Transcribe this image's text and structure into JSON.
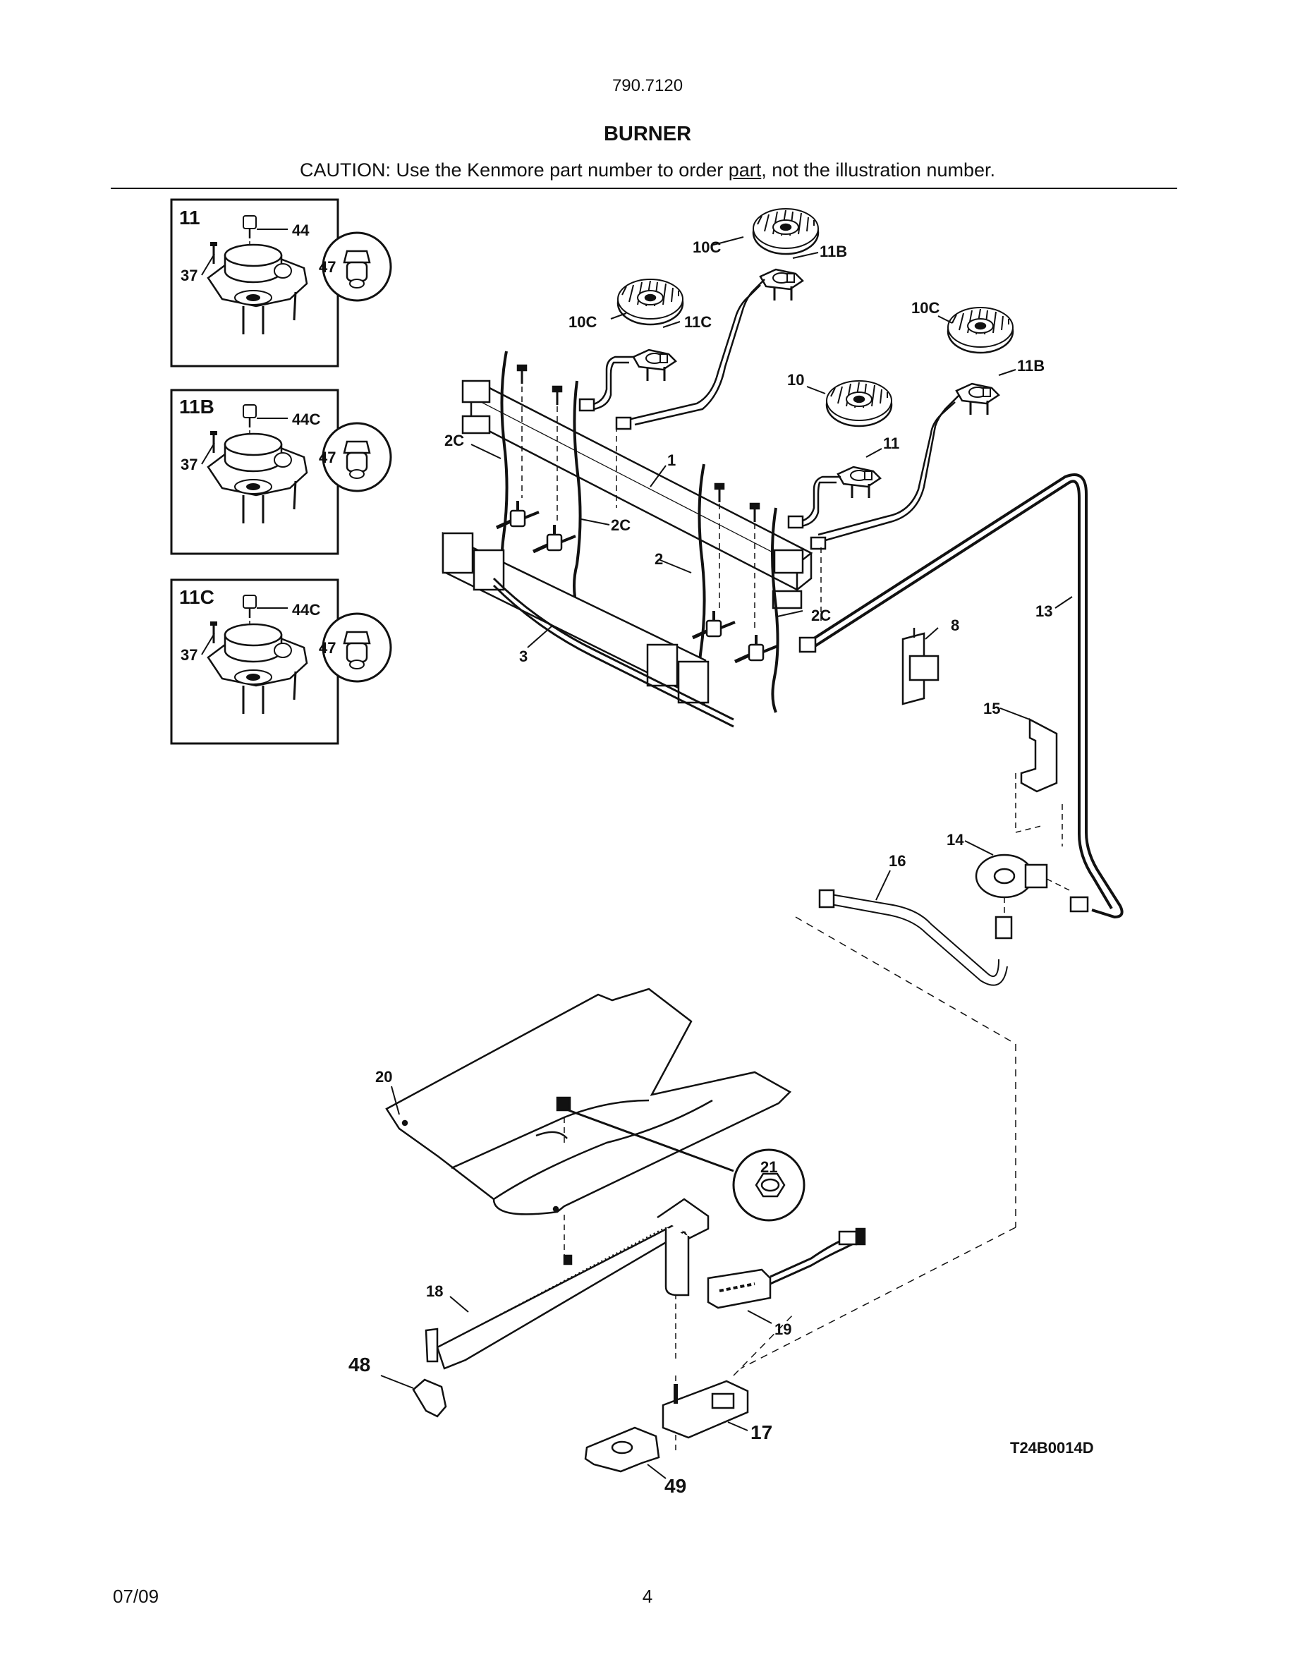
{
  "header": {
    "model_number": "790.7120",
    "title": "BURNER",
    "caution_prefix": "CAUTION: Use the Kenmore part number to order ",
    "caution_underlined": "part",
    "caution_suffix": ", not the illustration number."
  },
  "inset_panels": [
    {
      "id": "11",
      "screw": "37",
      "cap": "44",
      "orifice": "47"
    },
    {
      "id": "11B",
      "screw": "37",
      "cap": "44C",
      "orifice": "47"
    },
    {
      "id": "11C",
      "screw": "37",
      "cap": "44C",
      "orifice": "47"
    }
  ],
  "callouts": {
    "c10c_a": "10C",
    "c11b_a": "11B",
    "c10c_b": "10C",
    "c11c": "11C",
    "c10c_c": "10C",
    "c11b_b": "11B",
    "c10": "10",
    "c11": "11",
    "c2c_a": "2C",
    "c1": "1",
    "c2c_b": "2C",
    "c2": "2",
    "c2c_c": "2C",
    "c3": "3",
    "c8": "8",
    "c13": "13",
    "c15": "15",
    "c14": "14",
    "c16": "16",
    "c20": "20",
    "c21": "21",
    "c18": "18",
    "c19": "19",
    "c48": "48",
    "c17": "17",
    "c49": "49"
  },
  "diagram_code": "T24B0014D",
  "footer": {
    "date": "07/09",
    "page": "4"
  }
}
